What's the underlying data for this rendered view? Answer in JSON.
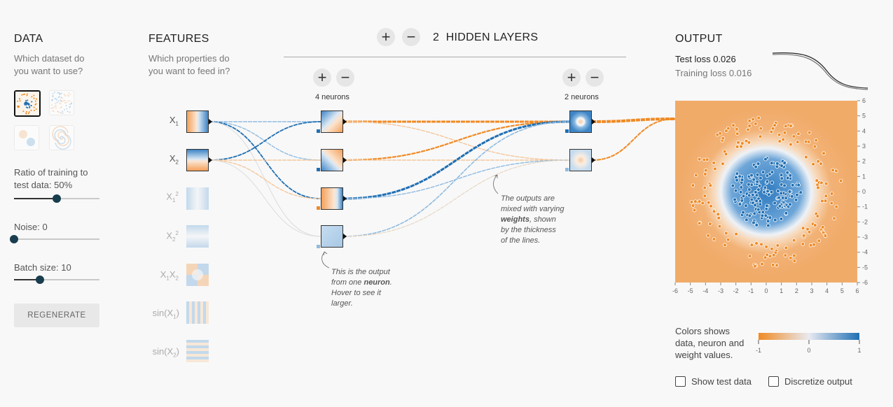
{
  "data_panel": {
    "title": "DATA",
    "question": "Which dataset do you want to use?",
    "datasets": [
      {
        "name": "circle",
        "selected": true
      },
      {
        "name": "xor",
        "selected": false
      },
      {
        "name": "gaussian",
        "selected": false
      },
      {
        "name": "spiral",
        "selected": false
      }
    ],
    "ratio_label": "Ratio of training to test data:",
    "ratio_value": "50%",
    "ratio_fraction": 0.5,
    "noise_label": "Noise:",
    "noise_value": "0",
    "noise_fraction": 0.0,
    "batch_label": "Batch size:",
    "batch_value": "10",
    "batch_fraction": 0.3,
    "regenerate_label": "REGENERATE"
  },
  "features_panel": {
    "title": "FEATURES",
    "question": "Which properties do you want to feed in?",
    "features": [
      {
        "id": "x1",
        "label": "X",
        "sub": "1",
        "sup": "",
        "active": true
      },
      {
        "id": "x2",
        "label": "X",
        "sub": "2",
        "sup": "",
        "active": true
      },
      {
        "id": "x1sq",
        "label": "X",
        "sub": "1",
        "sup": "2",
        "active": false
      },
      {
        "id": "x2sq",
        "label": "X",
        "sub": "2",
        "sup": "2",
        "active": false
      },
      {
        "id": "x1x2",
        "label": "X",
        "sub": "1",
        "sup": "",
        "extra": "X",
        "extra_sub": "2",
        "active": false
      },
      {
        "id": "sinx1",
        "label": "sin(X",
        "sub": "1",
        "tail": ")",
        "active": false
      },
      {
        "id": "sinx2",
        "label": "sin(X",
        "sub": "2",
        "tail": ")",
        "active": false
      }
    ]
  },
  "network": {
    "hidden_layers_count": "2",
    "hidden_layers_label": "HIDDEN LAYERS",
    "add_layer_symbol": "+",
    "remove_layer_symbol": "−",
    "layers": [
      {
        "neurons_label": "4 neurons",
        "add_symbol": "+",
        "remove_symbol": "−"
      },
      {
        "neurons_label": "2 neurons",
        "add_symbol": "+",
        "remove_symbol": "−"
      }
    ],
    "annotation_neuron": [
      "This is the output",
      "from one ",
      "neuron",
      ".",
      "Hover to see it",
      "larger."
    ],
    "annotation_weights": [
      "The outputs are",
      "mixed with varying",
      "weights",
      ", shown",
      "by the thickness",
      "of the lines."
    ]
  },
  "output_panel": {
    "title": "OUTPUT",
    "test_loss_label": "Test loss",
    "test_loss_value": "0.026",
    "training_loss_label": "Training loss",
    "training_loss_value": "0.016",
    "x_ticks": [
      "-6",
      "-5",
      "-4",
      "-3",
      "-2",
      "-1",
      "0",
      "1",
      "2",
      "3",
      "4",
      "5",
      "6"
    ],
    "y_ticks": [
      "6",
      "5",
      "4",
      "3",
      "2",
      "1",
      "0",
      "-1",
      "-2",
      "-3",
      "-4",
      "-5",
      "-6"
    ],
    "legend_text": "Colors shows data, neuron and weight values.",
    "legend_ticks": [
      "-1",
      "0",
      "1"
    ],
    "show_test_data_label": "Show test data",
    "discretize_label": "Discretize output",
    "colors": {
      "positive": "#1f6fb4",
      "negative": "#f08a24",
      "neutral": "#e8eaf0"
    }
  }
}
